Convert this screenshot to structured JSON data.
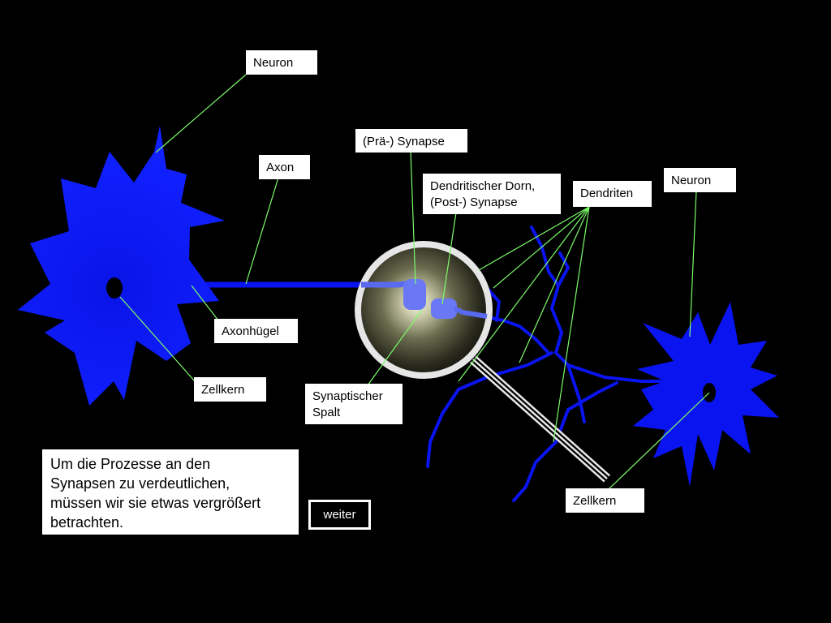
{
  "labels": {
    "neuron_left": "Neuron",
    "axon": "Axon",
    "pre_synapse": "(Prä-) Synapse",
    "dendritic_spine": "Dendritischer Dorn,\n(Post-) Synapse",
    "dendrites": "Dendriten",
    "neuron_right": "Neuron",
    "axon_hillock": "Axonhügel",
    "nucleus_left": "Zellkern",
    "synaptic_cleft": "Synaptischer\nSpalt",
    "nucleus_right": "Zellkern"
  },
  "note": {
    "text": "Um die Prozesse an den\nSynapsen zu verdeutlichen,\nmüssen wir sie etwas vergrößert\nbetrachten."
  },
  "controls": {
    "next_label": "weiter"
  },
  "colors": {
    "background": "#000000",
    "neuron": "#0a14f0",
    "nucleus": "#000000",
    "leader_line": "#7CFC6A",
    "magnifier_rim": "#e6e6e6",
    "label_bg": "#ffffff"
  }
}
